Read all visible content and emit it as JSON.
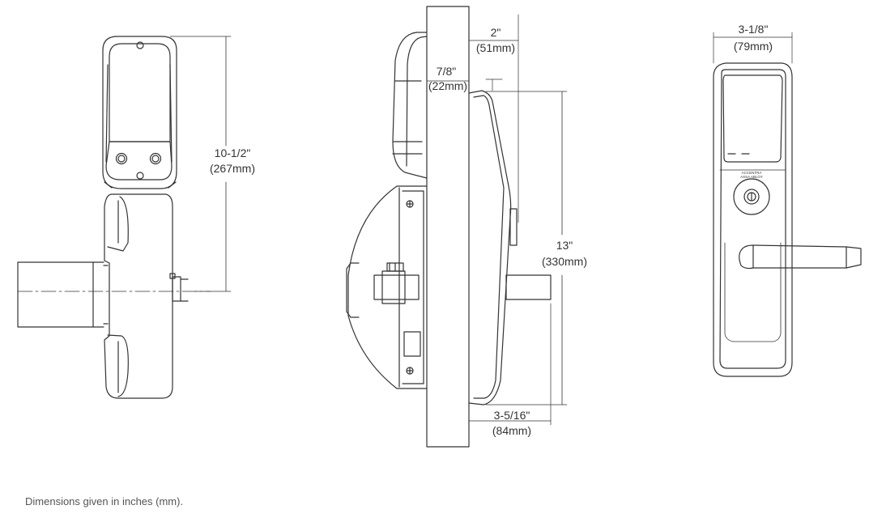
{
  "dimensions": {
    "height_left": "10-1/2\"",
    "height_left_mm": "(267mm)",
    "height_mid": "13\"",
    "height_mid_mm": "(330mm)",
    "depth_outside": "2\"",
    "depth_outside_mm": "(51mm)",
    "door_offset": "7/8\"",
    "door_offset_mm": "(22mm)",
    "depth_inside": "3-5/16\"",
    "depth_inside_mm": "(84mm)",
    "width_front": "3-1/8\"",
    "width_front_mm": "(79mm)"
  },
  "brand": {
    "name": "ACCENTRA",
    "sub": "ASSA ABLOY"
  },
  "footnote": "Dimensions given in inches (mm).",
  "colors": {
    "line": "#333333",
    "text": "#555555"
  }
}
